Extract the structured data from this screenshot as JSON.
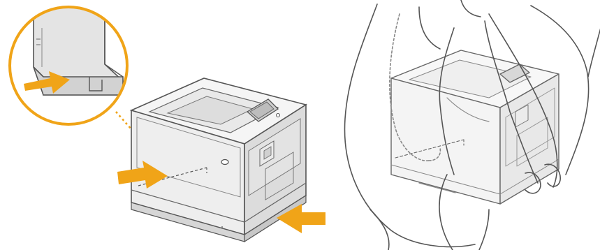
{
  "figure": {
    "panels": [
      {
        "name": "grip-location-panel"
      },
      {
        "name": "lifting-panel"
      }
    ],
    "colors": {
      "accent": "#F0A418",
      "arrow": "#F0A418",
      "outline": "#555555",
      "printer_body": "#EDEDED",
      "printer_top": "#F6F6F6",
      "printer_side": "#D9D9D9",
      "callout_fill": "#E6E6E6",
      "ghost_line": "#9A9A9A",
      "background": "#FFFFFF"
    },
    "icons": [
      "magnify-callout",
      "grip-arrow",
      "printer",
      "control-panel",
      "person-carrying"
    ]
  }
}
